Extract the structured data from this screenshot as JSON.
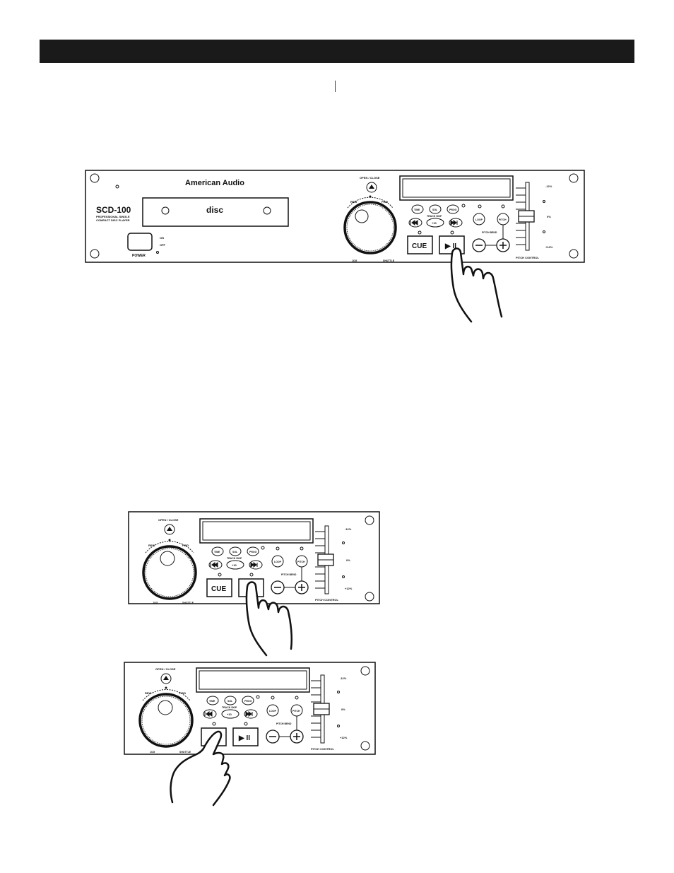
{
  "brand": "American Audio",
  "model": "SCD-100",
  "model_sub1": "PROFESSIONAL SINGLE",
  "model_sub2": "COMPACT DISC PLAYER",
  "disc_logo": "disc",
  "power_label": "POWER",
  "power_on": "ON",
  "power_off": "OFF",
  "open_close": "OPEN / CLOSE",
  "rew": "REW",
  "fwd": "FWD",
  "jog": "JOG",
  "shuttle": "SHUTTLE",
  "btn_time": "TIME",
  "btn_sgl": "SGL",
  "btn_prog": "PROG",
  "track_skip": "TRACK SKIP",
  "plus10": "+10",
  "btn_loop": "LOOP",
  "btn_pitch": "PITCH",
  "pitch_bend": "PITCH BEND",
  "cue": "CUE",
  "play_pause": "▶ II",
  "pitch_minus": "-12%",
  "pitch_zero": "0%",
  "pitch_plus": "+12%",
  "pitch_control": "PITCH CONTROL"
}
